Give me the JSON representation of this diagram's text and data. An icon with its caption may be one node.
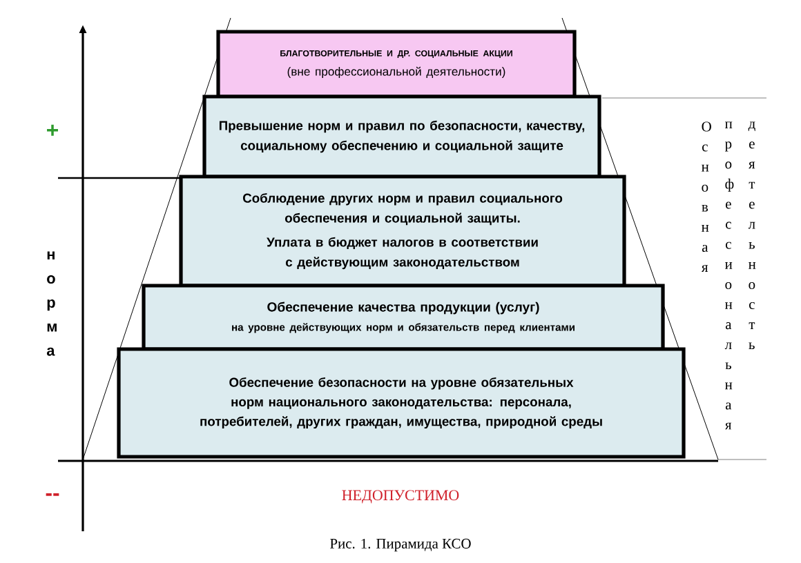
{
  "diagram": {
    "caption": "Рис. 1. Пирамида КСО",
    "nodes": [
      {
        "text": [
          "БЛАГОТВОРИТЕЛЬНЫЕ И ДР. СОЦИАЛЬНЫЕ АКЦИИ",
          "(вне профессиональной деятельности)"
        ]
      },
      {
        "text": [
          "Превышение норм и правил по безопасности, качеству, социальному обеспечению и социальной защите"
        ]
      },
      {
        "text": [
          "Соблюдение других норм и правил социального обеспечения и социальной защиты.",
          "Уплата в бюджет налогов в соответствии с действующим законодательством"
        ]
      },
      {
        "text": [
          "Обеспечение качества продукции (услуг)",
          "на уровне действующих норм и обязательств перед клиентами"
        ]
      },
      {
        "text": [
          "Обеспечение безопасности на уровне обязательных норм национального законодательства: персонала, потребителей, других граждан, имущества, природной среды"
        ]
      }
    ],
    "labels": [
      "+",
      "норма",
      "--",
      "НЕДОПУСТИМО",
      "Основная",
      "профессиональная",
      "деятельность"
    ]
  }
}
